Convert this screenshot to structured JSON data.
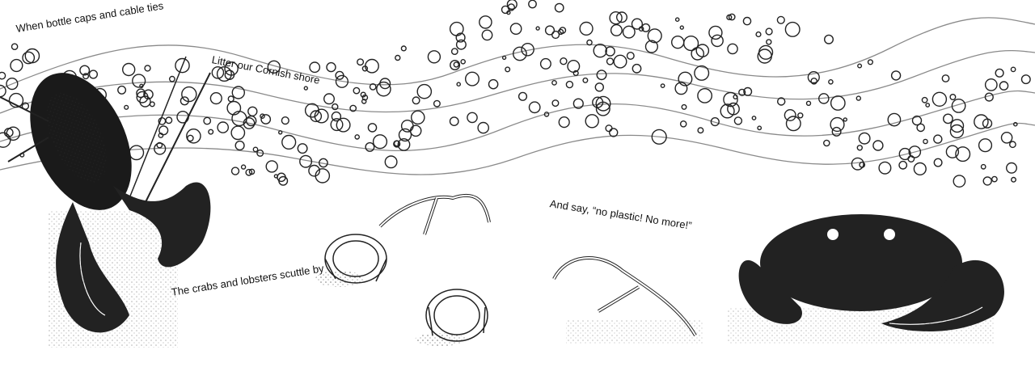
{
  "captions": {
    "line1": "When bottle caps and cable ties",
    "line2": "Litter our Cornish shore",
    "line3": "The crabs and lobsters scuttle by",
    "line4": "And say, “no plastic! No more!”"
  },
  "colors": {
    "ink": "#111111",
    "paper": "#ffffff",
    "wave_line": "#8a8a8a"
  }
}
